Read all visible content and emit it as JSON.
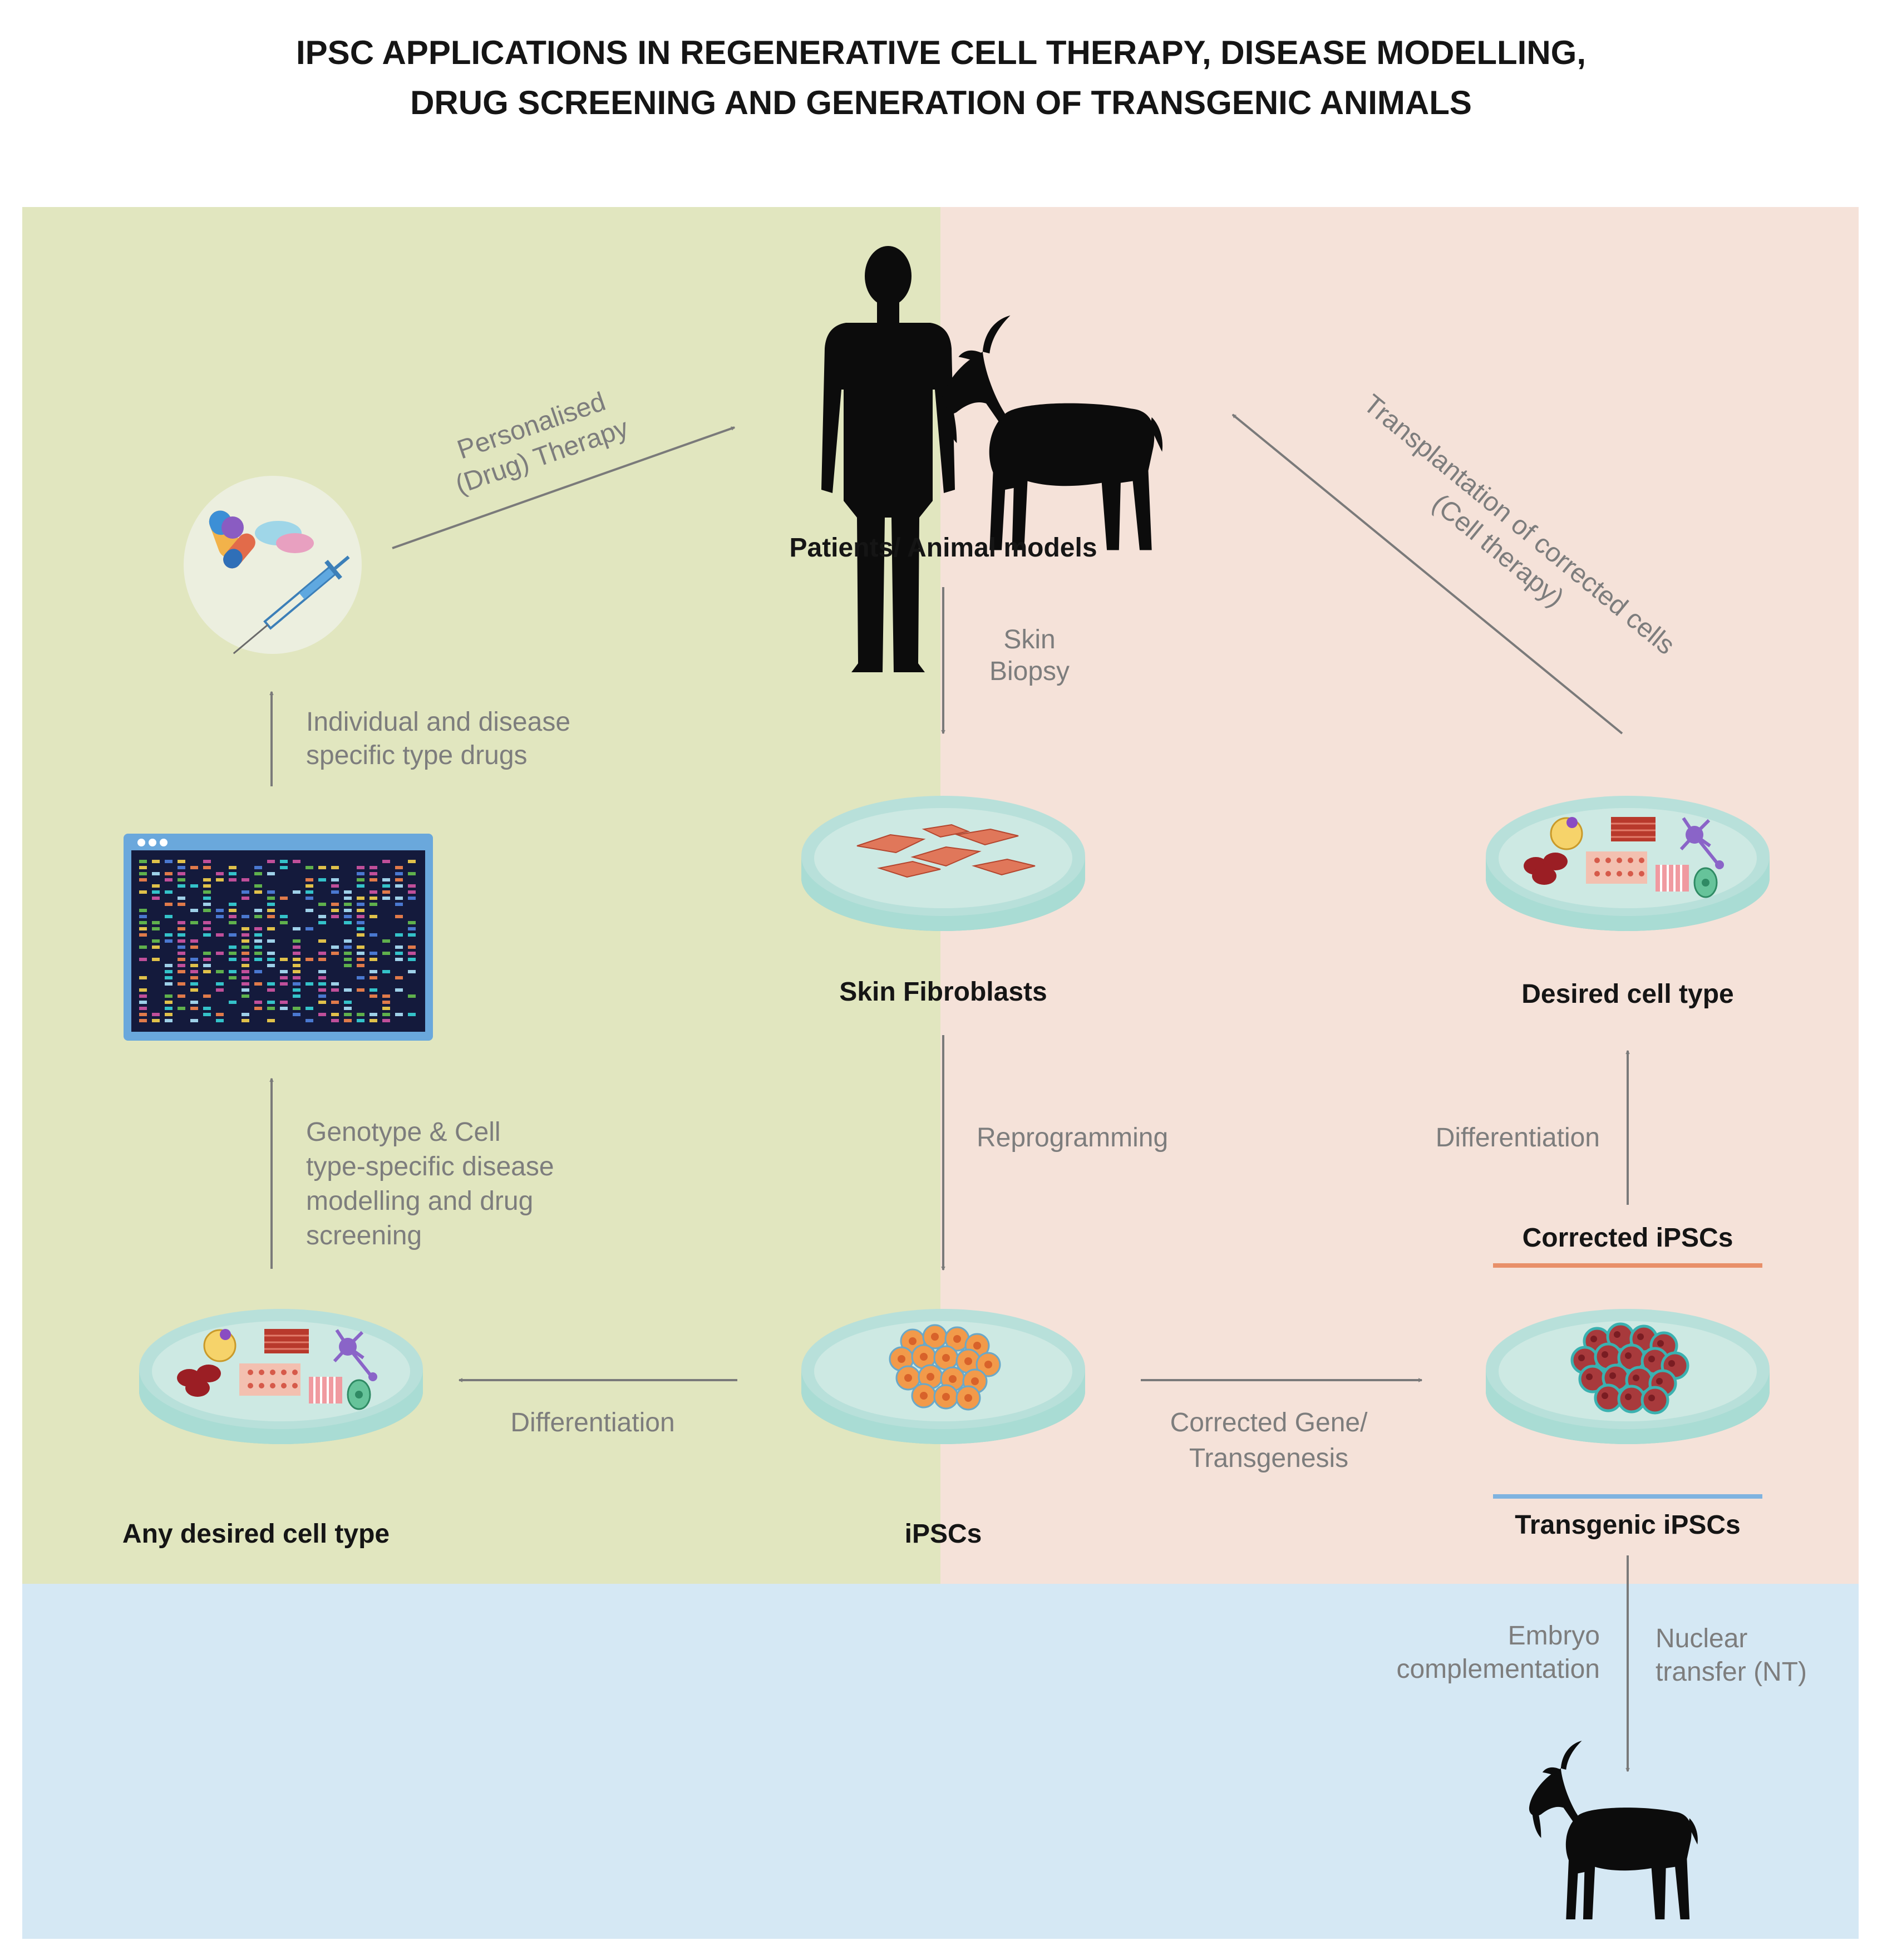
{
  "title": {
    "line1": "IPSC  APPLICATIONS IN REGENERATIVE CELL THERAPY, DISEASE MODELLING,",
    "line2": "DRUG SCREENING AND GENERATION OF TRANSGENIC ANIMALS"
  },
  "regions": {
    "green": "#e1e6bf",
    "pink": "#f5e2d9",
    "blue": "#d5e8f4"
  },
  "nodes": {
    "patients": "Patients/ Animal models",
    "skin_fibroblasts": "Skin Fibroblasts",
    "ipscs": "iPSCs",
    "any_cell_type": "Any desired cell type",
    "desired_cell_type": "Desired cell type",
    "corrected_ipscs": "Corrected iPSCs",
    "transgenic_ipscs": "Transgenic iPSCs"
  },
  "edges": {
    "personalised_1": "Personalised",
    "personalised_2": "(Drug) Therapy",
    "skin_biopsy_1": "Skin",
    "skin_biopsy_2": "Biopsy",
    "reprogramming": "Reprogramming",
    "differentiation_left": "Differentiation",
    "differentiation_right": "Differentiation",
    "corrected_gene_1": "Corrected Gene/",
    "corrected_gene_2": "Transgenesis",
    "individual_1": "Individual and disease",
    "individual_2": "specific type drugs",
    "genotype_1": "Genotype & Cell",
    "genotype_2": "type-specific disease",
    "genotype_3": "modelling and drug",
    "genotype_4": "screening",
    "transplant_1": "Transplantation of corrected cells",
    "transplant_2": "(Cell therapy)",
    "embryo_1": "Embryo",
    "embryo_2": "complementation",
    "nuclear_1": "Nuclear",
    "nuclear_2": "transfer (NT)"
  },
  "icons": [
    "human-silhouette-icon",
    "goat-icon",
    "drugs-syringe-icon",
    "sequencing-screen-icon",
    "petri-dish-icon",
    "transgenic-goat-icon"
  ],
  "colors": {
    "arrow": "#7a7a7a",
    "dish": "#b8e0da",
    "dish_rim": "#8fcfc6",
    "corrected_line": "#e8906a",
    "transgenic_line": "#7fb3e0"
  }
}
